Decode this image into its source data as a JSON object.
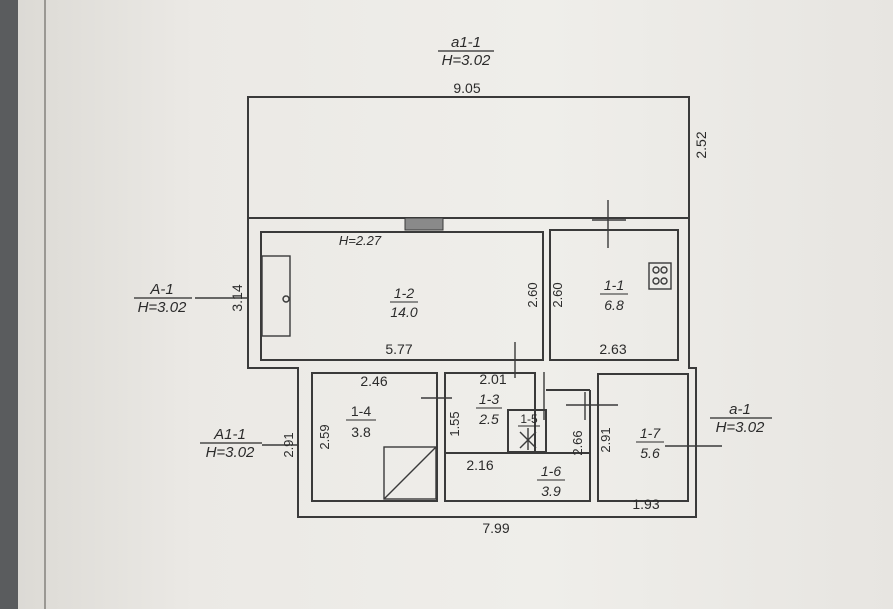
{
  "outer_labels": {
    "top": {
      "code": "а1-1",
      "height": "Н=3.02"
    },
    "left": {
      "code": "А-1",
      "height": "Н=3.02"
    },
    "left2": {
      "code": "А1-1",
      "height": "Н=3.02"
    },
    "right": {
      "code": "а-1",
      "height": "Н=3.02"
    }
  },
  "dimensions": {
    "top_width": "9.05",
    "top_height": "2.52",
    "left_height": "3.14",
    "ceiling_note": "Н=2.27",
    "r12_height_a": "2.60",
    "r12_height_b": "2.60",
    "r12_width": "5.77",
    "r11_width": "2.63",
    "r14_width": "2.46",
    "r13_width": "2.01",
    "r13_height": "1.55",
    "r14_height": "2.59",
    "left_lower_height": "2.91",
    "r16_width": "2.16",
    "r16_height": "2.66",
    "r17_height": "2.91",
    "r17_width": "1.93",
    "bottom_width": "7.99"
  },
  "rooms": [
    {
      "id": "1-2",
      "area": "14.0"
    },
    {
      "id": "1-1",
      "area": "6.8"
    },
    {
      "id": "1-4",
      "area": "3.8"
    },
    {
      "id": "1-3",
      "area": "2.5"
    },
    {
      "id": "1-5",
      "area": ""
    },
    {
      "id": "1-6",
      "area": "3.9"
    },
    {
      "id": "1-7",
      "area": "5.6"
    }
  ]
}
